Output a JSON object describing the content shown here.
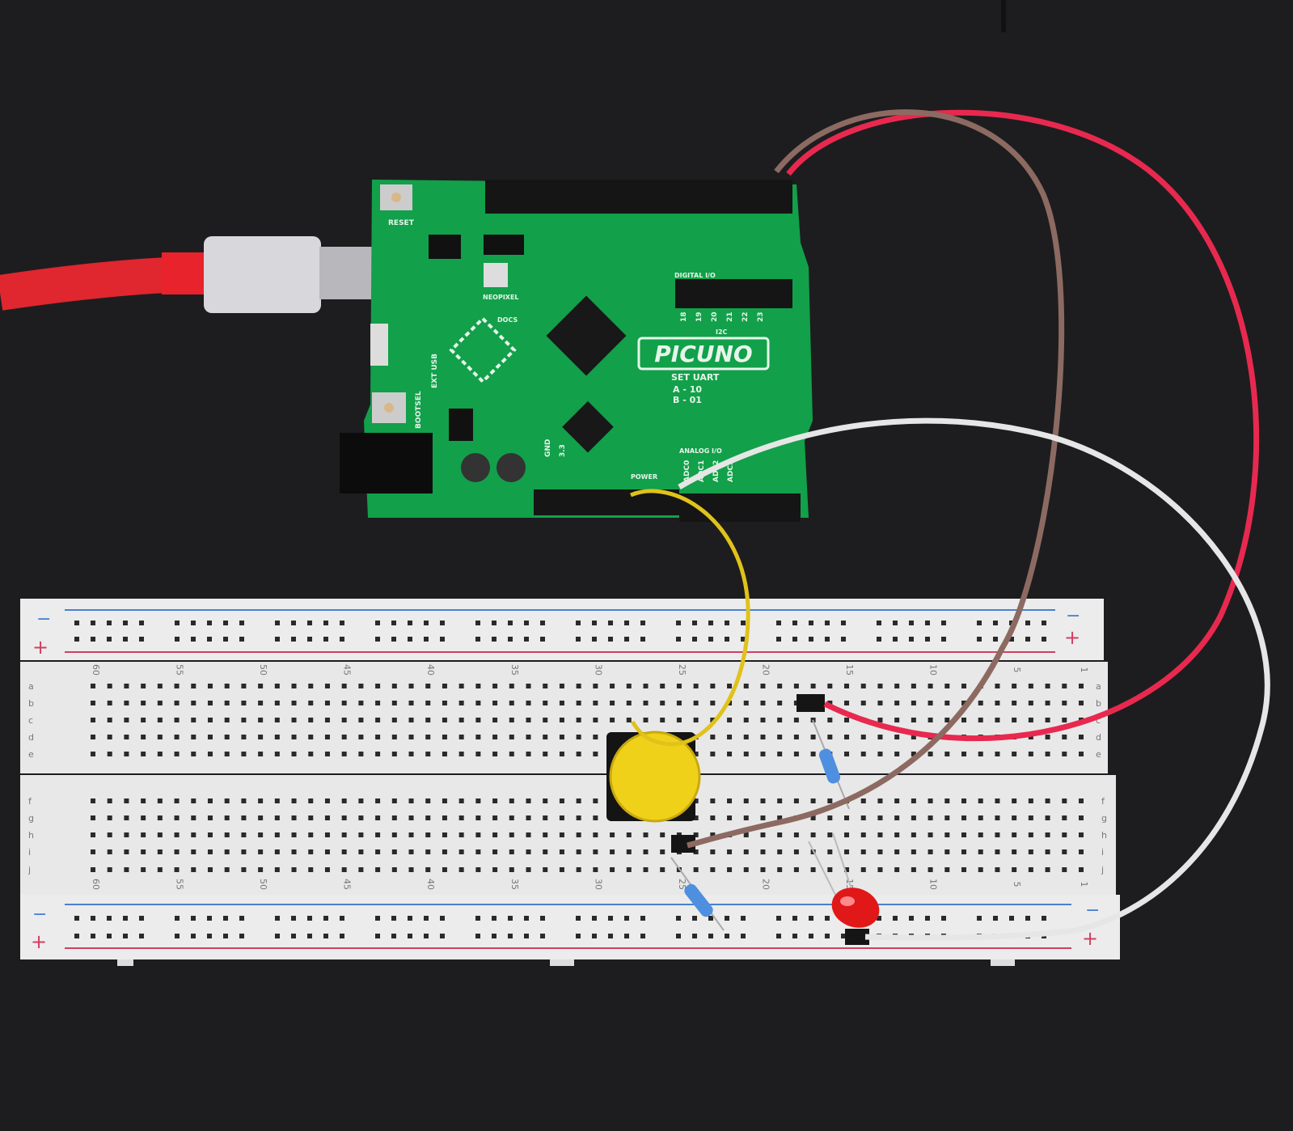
{
  "board": {
    "name": "PICUNO",
    "reset_label": "RESET",
    "bootsel_label": "BOOTSEL",
    "neopixel_label": "NEOPIXEL",
    "docs_label": "DOCS",
    "ext_usb_label": "EXT USB",
    "set_uart_label": "SET UART",
    "uart_a": "A - 10",
    "uart_b": "B - 01",
    "digital_io_label": "DIGITAL I/O",
    "analog_io_label": "ANALOG I/O",
    "power_label": "POWER",
    "i2c_label": "I2C",
    "gnd_label": "GND",
    "v33_label": "3.3",
    "digital_pins": [
      "18",
      "19",
      "20",
      "21",
      "22",
      "23"
    ],
    "analog_pins": [
      "ADC0",
      "ADC1",
      "ADC2",
      "ADC3"
    ]
  },
  "breadboard": {
    "column_labels": [
      "60",
      "55",
      "50",
      "45",
      "40",
      "35",
      "30",
      "25",
      "20",
      "15",
      "10",
      "5",
      "1"
    ],
    "row_labels_upper": [
      "a",
      "b",
      "c",
      "d",
      "e"
    ],
    "row_labels_lower": [
      "f",
      "g",
      "h",
      "i",
      "j"
    ],
    "rail_minus": "−",
    "rail_plus": "+"
  },
  "colors": {
    "background": "#1d1d1f",
    "pcb": "#12a04a",
    "breadboard": "#ececec",
    "wire_red": "#e8294f",
    "wire_brown": "#8c6a62",
    "wire_white": "#e6e6e6",
    "wire_yellow": "#e0c21a",
    "button": "#f0d11a",
    "led": "#e01818"
  }
}
